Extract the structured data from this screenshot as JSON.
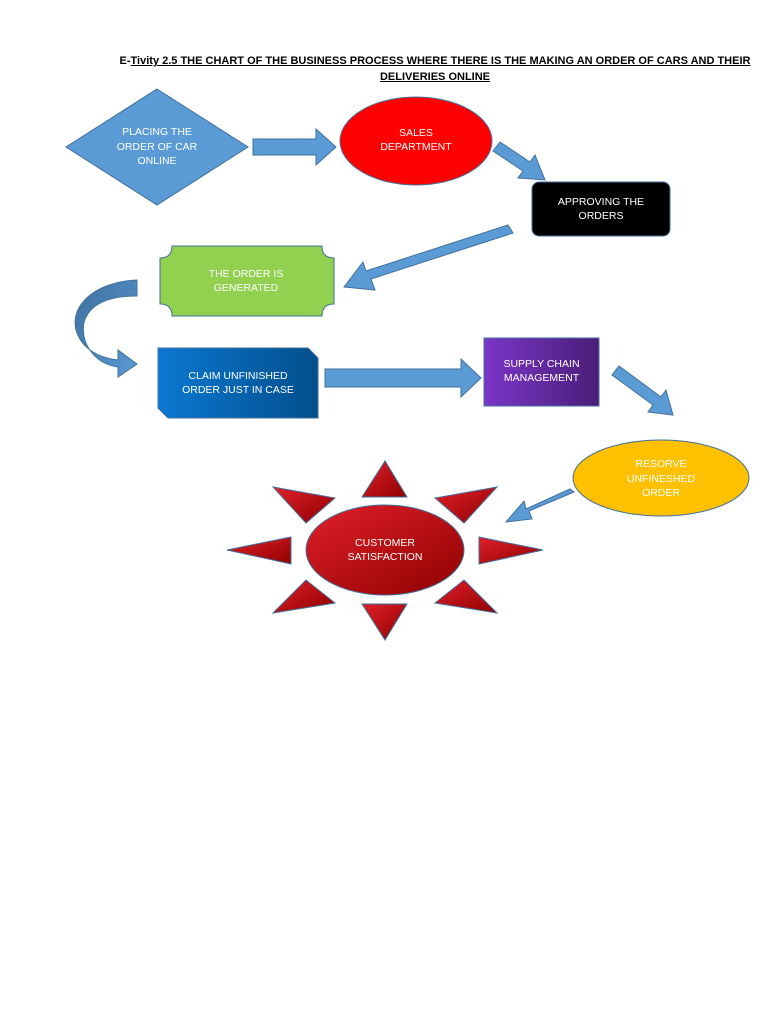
{
  "title": {
    "prefix": "E-",
    "main": "Tivity 2.5 THE CHART OF THE BUSINESS PROCESS WHERE THERE IS THE MAKING AN ORDER OF CARS AND THEIR DELIVERIES ONLINE"
  },
  "nodes": {
    "placing_order": "PLACING THE ORDER OF CAR ONLINE",
    "sales_department": "SALES DEPARTMENT",
    "approving_orders": "APPROVING THE ORDERS",
    "order_generated": "THE ORDER IS GENERATED",
    "claim_unfinished": "CLAIM UNFINISHED ORDER JUST IN CASE",
    "supply_chain": "SUPPLY CHAIN MANAGEMENT",
    "reserve_order": "RESORVE UNFINESHED ORDER",
    "customer_satisfaction": "CUSTOMER SATISFACTION"
  },
  "colors": {
    "diamond": "#5b9bd5",
    "sales": "#ff0000",
    "approving": "#000000",
    "generated": "#92d050",
    "claim": "#0070c0",
    "supply": "#7030a0",
    "reserve": "#ffc000",
    "sun": "#c00000",
    "arrow": "#5b9bd5",
    "stroke": "#41719c"
  }
}
